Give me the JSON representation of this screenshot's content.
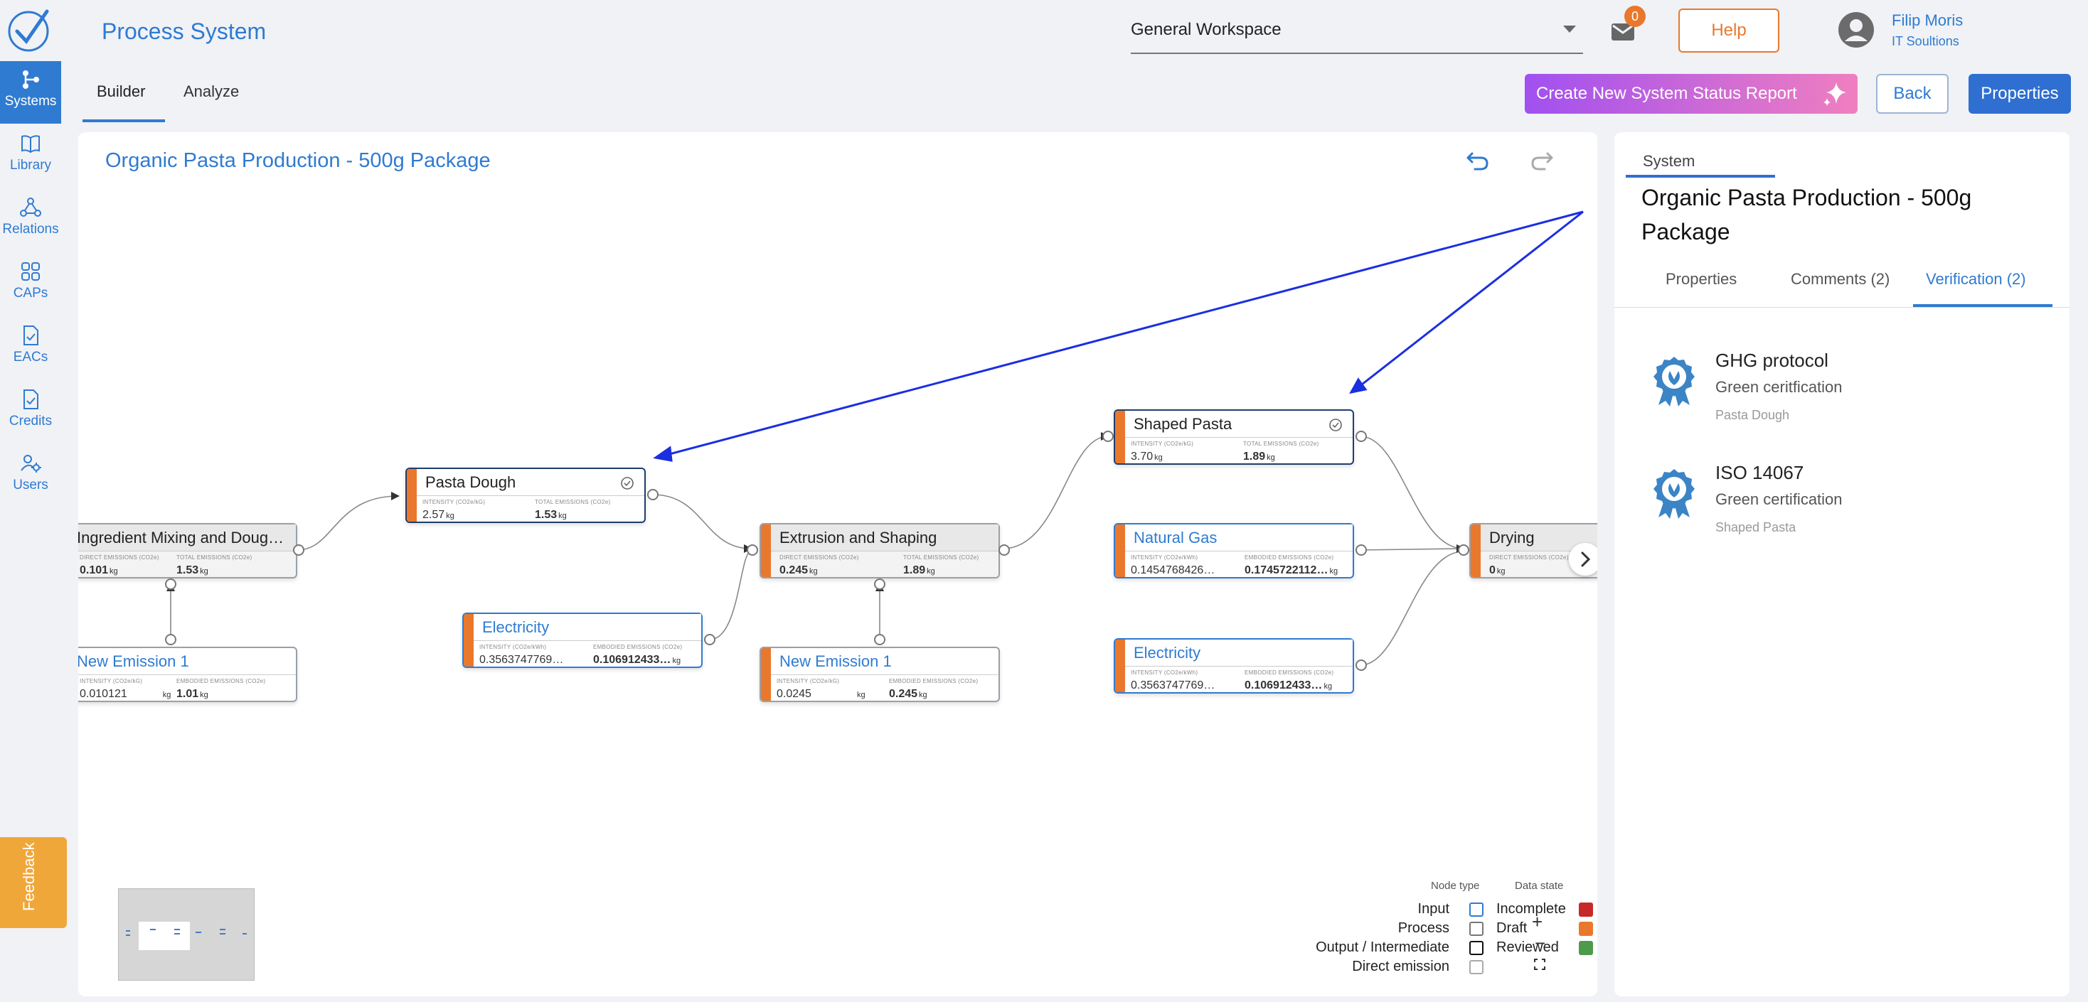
{
  "app": {
    "title": "Process System"
  },
  "tabs": [
    {
      "label": "Builder",
      "active": true
    },
    {
      "label": "Analyze",
      "active": false
    }
  ],
  "workspace": {
    "selected": "General Workspace"
  },
  "notifications": {
    "count": "0"
  },
  "header": {
    "help_label": "Help",
    "report_label": "Create New System Status Report",
    "back_label": "Back",
    "properties_label": "Properties"
  },
  "user": {
    "name": "Filip Moris",
    "org": "IT Soultions"
  },
  "sidebar": {
    "items": [
      {
        "label": "Systems",
        "icon": "systems-icon",
        "active": true
      },
      {
        "label": "Library",
        "icon": "book-icon"
      },
      {
        "label": "Relations",
        "icon": "relations-icon"
      },
      {
        "label": "CAPs",
        "icon": "grid-icon"
      },
      {
        "label": "EACs",
        "icon": "doc-check-icon"
      },
      {
        "label": "Credits",
        "icon": "doc-check-icon"
      },
      {
        "label": "Users",
        "icon": "users-gear-icon"
      }
    ]
  },
  "feedback": {
    "label": "Feedback"
  },
  "canvas": {
    "title": "Organic Pasta Production - 500g Package",
    "nodes": [
      {
        "id": "mix",
        "name": "Ingredient Mixing and Doug…",
        "l1": "DIRECT EMISSIONS (CO2e)",
        "v1": "0.101",
        "l2": "TOTAL EMISSIONS (CO2e)",
        "v2": "1.53",
        "unit": "kg"
      },
      {
        "id": "dough",
        "name": "Pasta Dough",
        "l1": "INTENSITY (CO2e/kG)",
        "v1": "2.57",
        "l2": "TOTAL EMISSIONS (CO2e)",
        "v2": "1.53",
        "unit": "kg"
      },
      {
        "id": "elec1",
        "name": "Electricity",
        "l1": "INTENSITY (CO2e/kWh)",
        "v1": "0.3563747769…",
        "l2": "EMBODIED EMISSIONS (CO2e)",
        "v2": "0.106912433…",
        "unit": "kg"
      },
      {
        "id": "em1",
        "name": "New Emission 1",
        "l1": "INTENSITY (CO2e/kG)",
        "v1": "0.010121",
        "l2": "EMBODIED EMISSIONS (CO2e)",
        "v2": "1.01",
        "unit": "kg"
      },
      {
        "id": "ext",
        "name": "Extrusion and Shaping",
        "l1": "DIRECT EMISSIONS (CO2e)",
        "v1": "0.245",
        "l2": "TOTAL EMISSIONS (CO2e)",
        "v2": "1.89",
        "unit": "kg"
      },
      {
        "id": "em2",
        "name": "New Emission 1",
        "l1": "INTENSITY (CO2e/kG)",
        "v1": "0.0245",
        "l2": "EMBODIED EMISSIONS (CO2e)",
        "v2": "0.245",
        "unit": "kg"
      },
      {
        "id": "shaped",
        "name": "Shaped Pasta",
        "l1": "INTENSITY (CO2e/kG)",
        "v1": "3.70",
        "l2": "TOTAL EMISSIONS (CO2e)",
        "v2": "1.89",
        "unit": "kg"
      },
      {
        "id": "gas",
        "name": "Natural Gas",
        "l1": "INTENSITY (CO2e/kWh)",
        "v1": "0.1454768426…",
        "l2": "EMBODIED EMISSIONS (CO2e)",
        "v2": "0.1745722112…",
        "unit": "kg"
      },
      {
        "id": "elec2",
        "name": "Electricity",
        "l1": "INTENSITY (CO2e/kWh)",
        "v1": "0.3563747769…",
        "l2": "EMBODIED EMISSIONS (CO2e)",
        "v2": "0.106912433…",
        "unit": "kg"
      },
      {
        "id": "dry",
        "name": "Drying",
        "l1": "DIRECT EMISSIONS (CO2e)",
        "v1": "0",
        "l2": "",
        "v2": "",
        "unit": "kg"
      }
    ],
    "legend": {
      "node_type_title": "Node type",
      "data_state_title": "Data state",
      "types": [
        "Input",
        "Process",
        "Output / Intermediate",
        "Direct emission"
      ],
      "states": [
        {
          "label": "Incomplete",
          "color": "#c62828"
        },
        {
          "label": "Draft",
          "color": "#e9782d"
        },
        {
          "label": "Reviewed",
          "color": "#4e9a4b"
        }
      ]
    },
    "zoom": {
      "in": "+",
      "out": "−"
    }
  },
  "panel": {
    "section": "System",
    "title": "Organic Pasta Production - 500g Package",
    "tabs": [
      {
        "label": "Properties"
      },
      {
        "label": "Comments (2)"
      },
      {
        "label": "Verification (2)",
        "active": true
      }
    ],
    "certifications": [
      {
        "name": "GHG protocol",
        "type": "Green ceritfication",
        "node": "Pasta Dough"
      },
      {
        "name": "ISO 14067",
        "type": "Green certification",
        "node": "Shaped Pasta"
      }
    ]
  },
  "colors": {
    "accent": "#2f7bd1",
    "draft": "#e9782d",
    "annotation_arrow": "#1a2fe0"
  }
}
